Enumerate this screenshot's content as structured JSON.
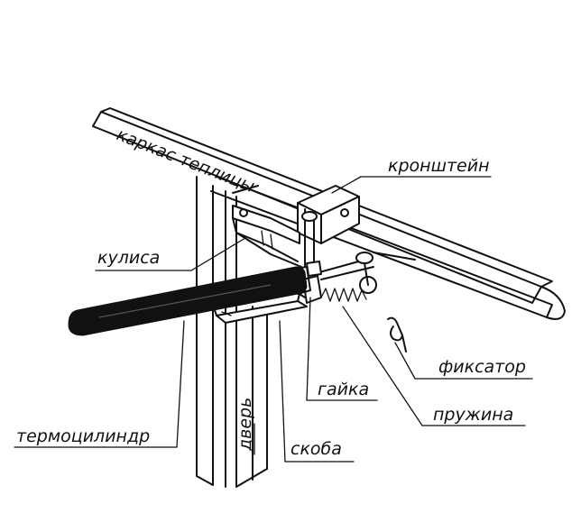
{
  "labels": {
    "frame": "каркас теплицы",
    "bracket": "кронштейн",
    "rocker": "кулиса",
    "latch": "фиксатор",
    "nut": "гайка",
    "spring": "пружина",
    "thermocylinder": "термоцилиндр",
    "door": "дверь",
    "clamp": "скоба"
  },
  "colors": {
    "ink": "#111111",
    "background": "#ffffff"
  }
}
